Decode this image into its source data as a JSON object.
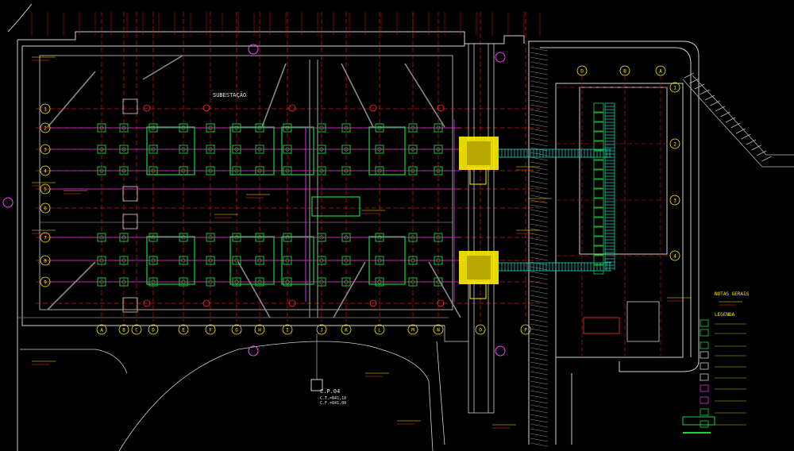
{
  "drawing": {
    "area_title": "SUBESTAÇÃO",
    "cp_label": "C.P.04",
    "cp_line1": "C.T.=841,10",
    "cp_line2": "C.F.=841,80"
  },
  "grid": {
    "bottom_columns": [
      "A",
      "B",
      "C",
      "D",
      "E",
      "F",
      "G",
      "H",
      "I",
      "J",
      "K",
      "L",
      "M",
      "N",
      "O",
      "P"
    ],
    "left_rows": [
      "1",
      "2",
      "3",
      "4",
      "5",
      "6",
      "7",
      "8",
      "9"
    ],
    "right_columns": [
      "D",
      "B",
      "A"
    ],
    "right_rows": [
      "1",
      "2",
      "3",
      "4"
    ]
  },
  "legend": {
    "title": "NOTAS GERAIS",
    "subtitle": "LEGENDA"
  },
  "colors": {
    "background": "#000000",
    "grid_red": "#d01818",
    "wall_white": "#cfcfcf",
    "cable_magenta": "#e030e0",
    "equipment_green": "#20d040",
    "tray_cyan": "#20e0d0",
    "transformer_yellow": "#ffee00",
    "stair_grey": "#b8b8b8"
  }
}
